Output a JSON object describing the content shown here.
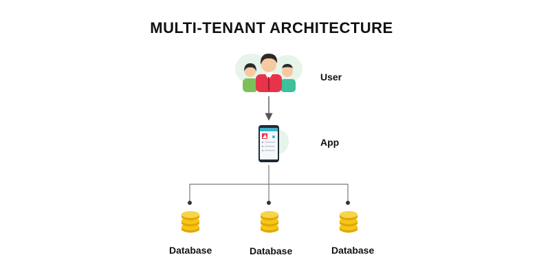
{
  "title": "MULTI-TENANT ARCHITECTURE",
  "nodes": {
    "user": {
      "label": "User",
      "icon": "users-group-icon"
    },
    "app": {
      "label": "App",
      "icon": "smartphone-app-icon"
    },
    "databases": [
      {
        "label": "Database",
        "icon": "database-icon"
      },
      {
        "label": "Database",
        "icon": "database-icon"
      },
      {
        "label": "Database",
        "icon": "database-icon"
      }
    ]
  },
  "edges": [
    {
      "from": "user",
      "to": "app",
      "style": "arrow"
    },
    {
      "from": "app",
      "to": "database-1",
      "style": "line-dot"
    },
    {
      "from": "app",
      "to": "database-2",
      "style": "line-dot"
    },
    {
      "from": "app",
      "to": "database-3",
      "style": "line-dot"
    }
  ],
  "colors": {
    "text": "#111111",
    "connector": "#555555",
    "database": "#f5c518",
    "database_shade": "#e0a800",
    "shirt_main": "#e8344a",
    "shirt_left": "#7cc05a",
    "shirt_right": "#3fbf9a",
    "skin": "#f6c9a0",
    "hair": "#2b2b2b",
    "halo": "#e6f4ea"
  }
}
